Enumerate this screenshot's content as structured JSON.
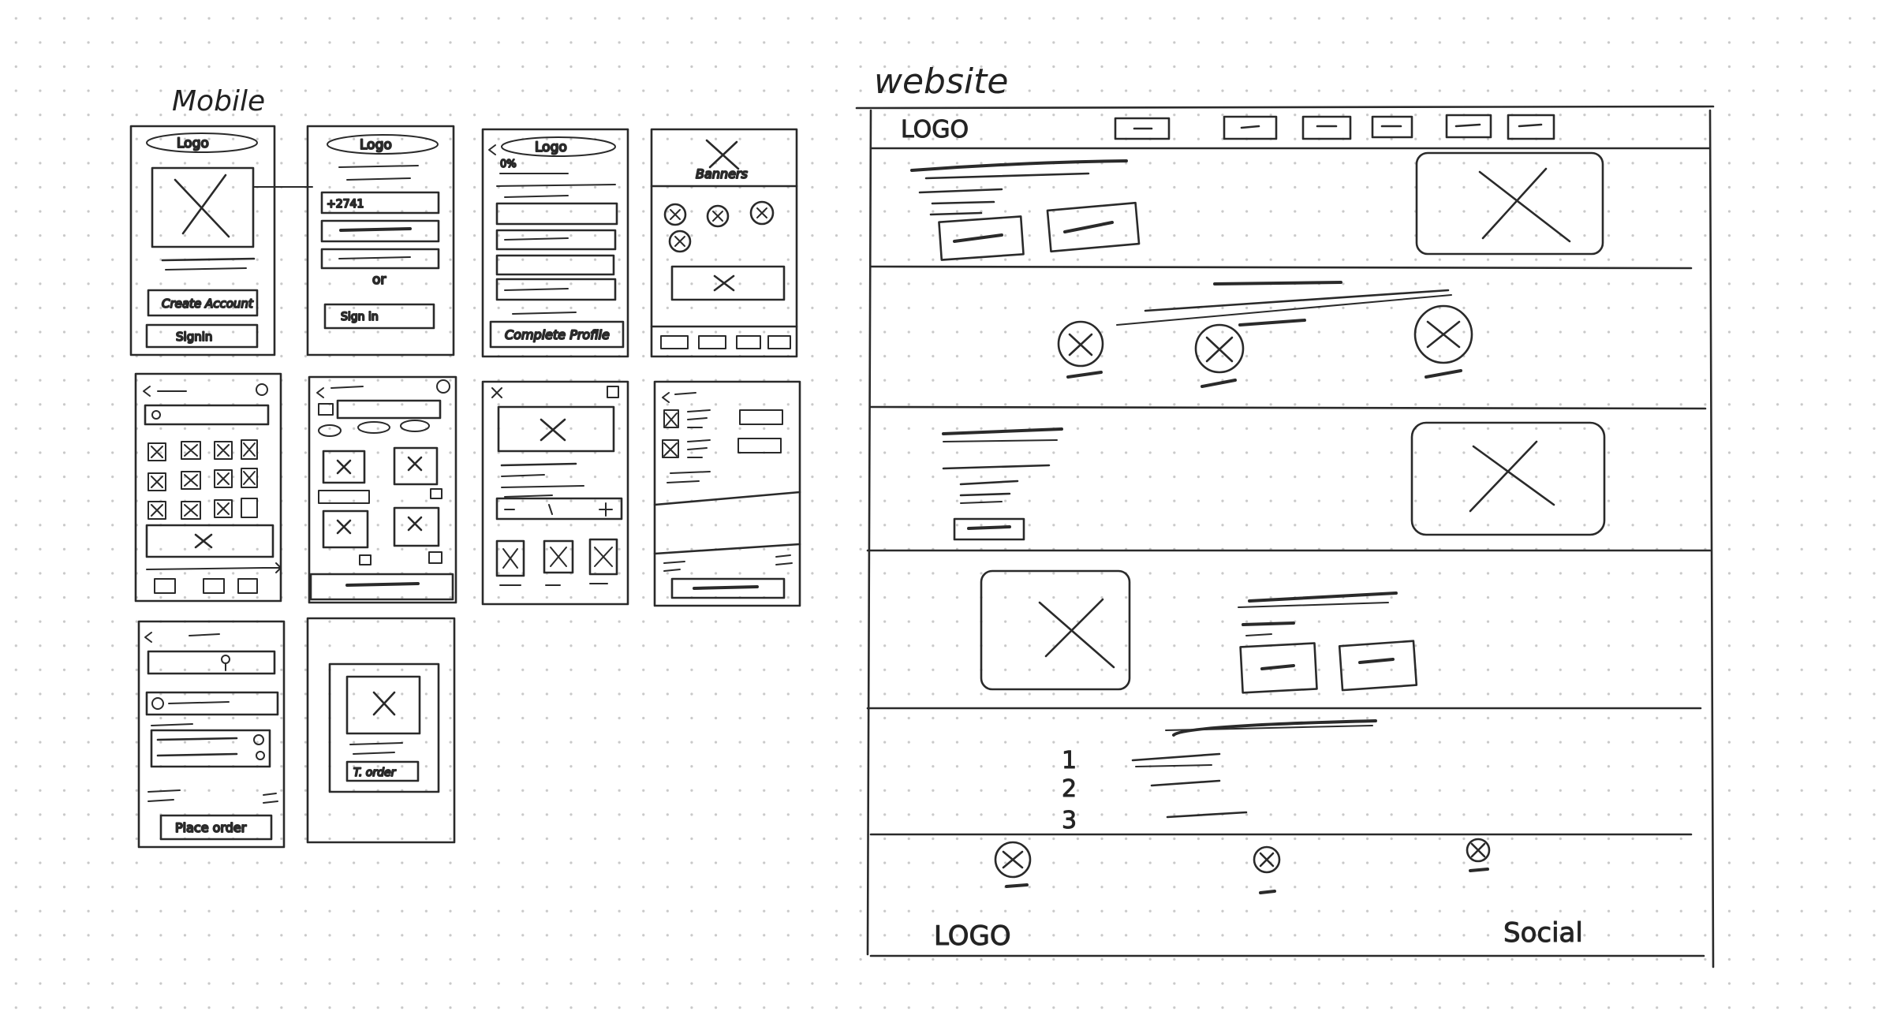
{
  "sections": {
    "mobile_title": "Mobile",
    "website_title": "website"
  },
  "mobile": {
    "s1": {
      "logo": "Logo",
      "create": "Create Account",
      "signin": "Signin"
    },
    "s2": {
      "logo": "Logo",
      "phone": "+2741",
      "or": "or",
      "signin": "Sign in"
    },
    "s3": {
      "logo": "Logo",
      "percent": "0%",
      "complete": "Complete Profile"
    },
    "s4": {
      "banners": "Banners"
    },
    "s10": {
      "order": "T. order"
    },
    "s9": {
      "place": "Place order"
    }
  },
  "website": {
    "header_logo": "LOGO",
    "footer_logo": "LOGO",
    "footer_social": "Social",
    "steps": [
      "1",
      "2",
      "3"
    ]
  },
  "colors": {
    "ink": "#2a2a2a",
    "grid_dot": "#c9c9c9",
    "background": "#ffffff"
  }
}
